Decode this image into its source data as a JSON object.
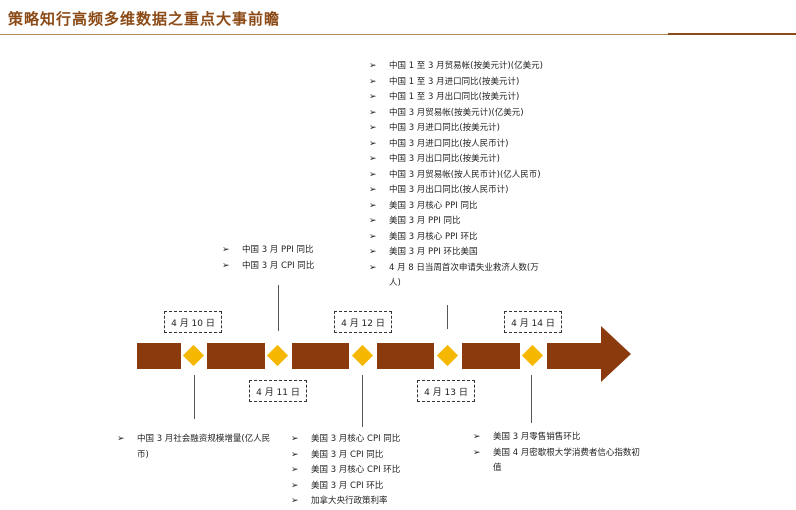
{
  "header": {
    "title": "策略知行高频多维数据之重点大事前瞻"
  },
  "marker": "➢",
  "dates": [
    "4 月 10 日",
    "4 月 11 日",
    "4 月 12 日",
    "4 月 13 日",
    "4 月 14 日"
  ],
  "events": {
    "apr10": [
      "中国 3 月社会融资规模增量(亿人民币)"
    ],
    "apr11": [
      "中国 3 月 PPI 同比",
      "中国 3 月 CPI 同比"
    ],
    "apr12": [
      "美国 3 月核心 CPI 同比",
      "美国 3 月 CPI 同比",
      "美国 3 月核心 CPI 环比",
      "美国 3 月 CPI 环比",
      "加拿大央行政策利率"
    ],
    "apr13": [
      "中国 1 至 3 月贸易帐(按美元计)(亿美元)",
      "中国 1 至 3 月进口同比(按美元计)",
      "中国 1 至 3 月出口同比(按美元计)",
      "中国 3 月贸易帐(按美元计)(亿美元)",
      "中国 3 月进口同比(按美元计)",
      "中国 3 月进口同比(按人民币计)",
      "中国 3 月出口同比(按美元计)",
      "中国 3 月贸易帐(按人民币计)(亿人民币)",
      "中国 3 月出口同比(按人民币计)",
      "美国 3 月核心 PPI 同比",
      "美国 3 月 PPI 同比",
      "美国 3 月核心 PPI 环比",
      "美国 3 月 PPI 环比美国",
      "4 月 8 日当周首次申请失业救济人数(万人)"
    ],
    "apr14": [
      "美国 3 月零售销售环比",
      "美国 4 月密歇根大学消费者信心指数初值"
    ]
  }
}
